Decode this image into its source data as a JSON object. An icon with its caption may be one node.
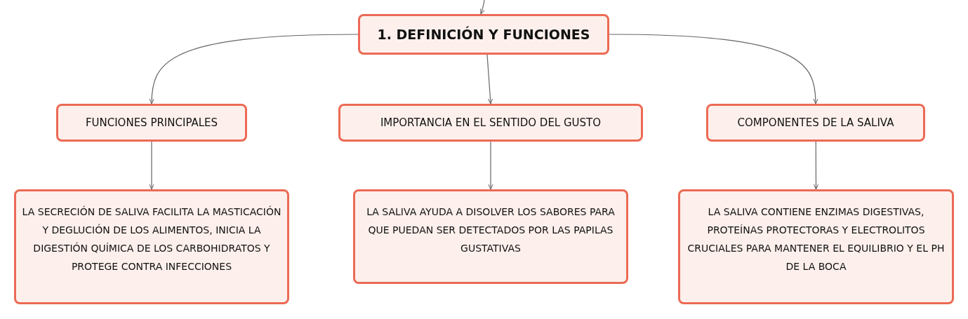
{
  "diagram": {
    "nodes": [
      {
        "text": [
          "1. DEFINICIÓN Y FUNCIONES"
        ]
      },
      {
        "text": [
          "FUNCIONES PRINCIPALES"
        ]
      },
      {
        "text": [
          "IMPORTANCIA EN EL SENTIDO DEL GUSTO"
        ]
      },
      {
        "text": [
          "COMPONENTES DE LA SALIVA"
        ]
      },
      {
        "text": [
          "LA SECRECIÓN DE SALIVA FACILITA LA MASTICACIÓN Y DEGLUCIÓN DE LOS ALIMENTOS, INICIA LA DIGESTIÓN QUÍMICA DE LOS CARBOHIDRATOS Y PROTEGE CONTRA INFECCIONES"
        ]
      },
      {
        "text": [
          "LA SALIVA AYUDA A DISOLVER LOS SABORES PARA QUE PUEDAN SER DETECTADOS POR LAS PAPILAS GUSTATIVAS"
        ]
      },
      {
        "text": [
          "LA SALIVA CONTIENE ENZIMAS DIGESTIVAS, PROTEÍNAS PROTECTORAS Y ELECTROLITOS CRUCIALES PARA MANTENER EL EQUILIBRIO Y EL PH DE LA BOCA"
        ]
      }
    ],
    "edges": [
      {
        "from": null,
        "to": 0,
        "arrow": "to"
      },
      {
        "from": 0,
        "to": 1,
        "arrow": "to"
      },
      {
        "from": 0,
        "to": 2,
        "arrow": "to"
      },
      {
        "from": 0,
        "to": 3,
        "arrow": "to"
      },
      {
        "from": 1,
        "to": 4,
        "arrow": "to"
      },
      {
        "from": 2,
        "to": 5,
        "arrow": "to"
      },
      {
        "from": 3,
        "to": 6,
        "arrow": "to"
      }
    ]
  }
}
